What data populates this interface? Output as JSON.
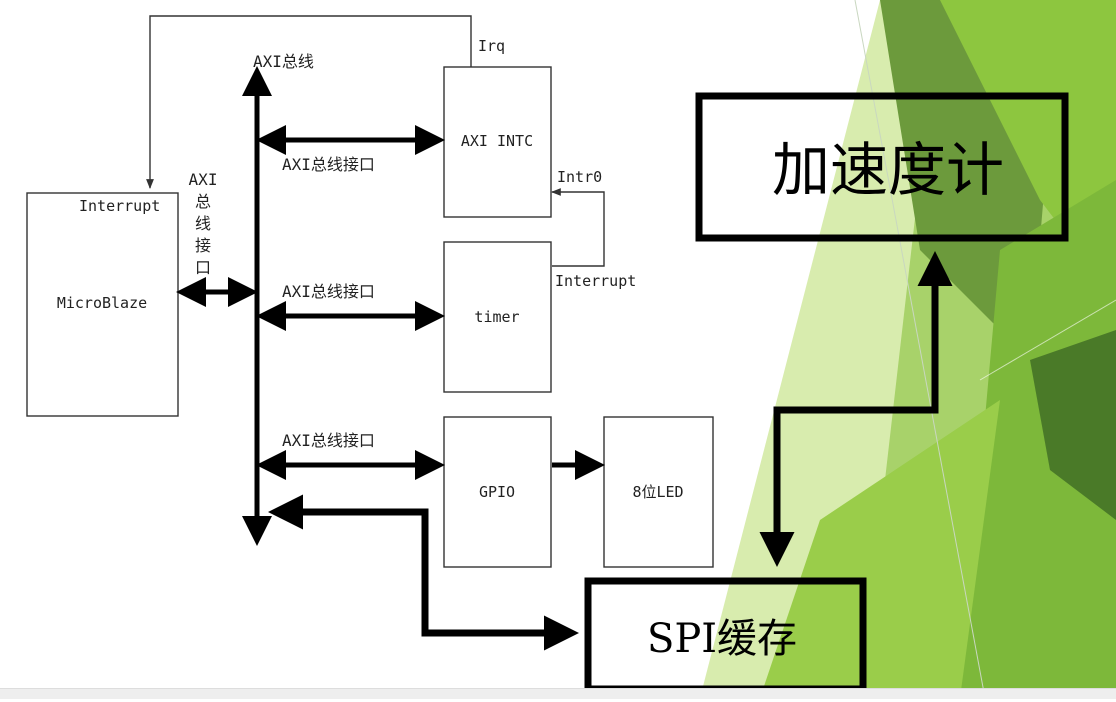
{
  "diagram": {
    "blocks": {
      "microblaze": "MicroBlaze",
      "axi_intc": "AXI INTC",
      "timer": "timer",
      "gpio": "GPIO",
      "led": "8位LED"
    },
    "labels": {
      "axi_bus": "AXI总线",
      "axi_if_1": "AXI总线接口",
      "axi_if_2": "AXI总线接口",
      "axi_if_3": "AXI总线接口",
      "axi_vertical": [
        "AXI",
        "总",
        "线",
        "接",
        "口"
      ],
      "irq": "Irq",
      "interrupt_mb": "Interrupt",
      "intr0": "Intr0",
      "interrupt_timer": "Interrupt"
    },
    "overlay": {
      "accelerometer": "加速度计",
      "spi_buffer": "SPI缓存"
    },
    "colors": {
      "green_light": "#d8ecae",
      "green_mid": "#8dc63f",
      "green_dark": "#5f8f35",
      "green_deep": "#4a7a28"
    }
  }
}
